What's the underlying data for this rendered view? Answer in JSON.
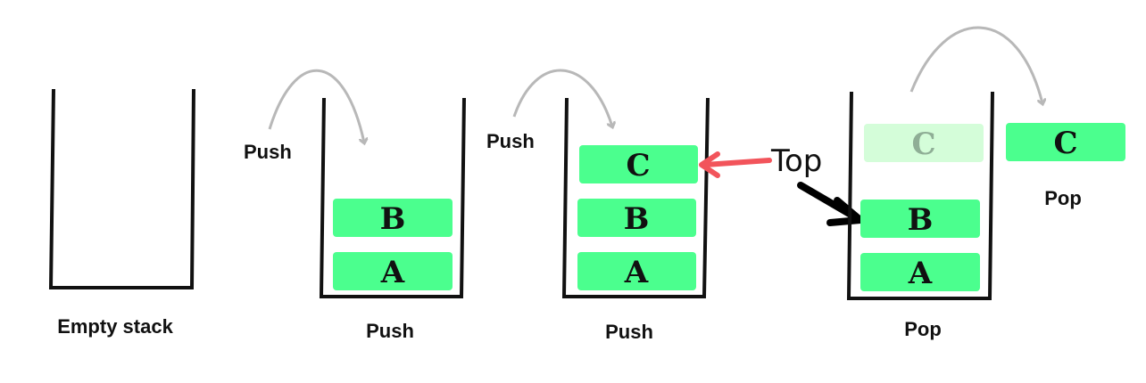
{
  "colors": {
    "block": "#4bff8e",
    "block_faded": "#d4fdd9",
    "text": "#111111",
    "text_faded": "#8fae96",
    "pointer_top": "#f2545b",
    "pointer_current": "#000000",
    "curve": "#b8b8b8"
  },
  "stages": [
    {
      "caption": "Empty stack",
      "items": []
    },
    {
      "caption": "Push",
      "side_label": "Push",
      "items": [
        "A",
        "B"
      ]
    },
    {
      "caption": "Push",
      "side_label": "Push",
      "items": [
        "A",
        "B",
        "C"
      ]
    },
    {
      "caption": "Pop",
      "items": [
        "A",
        "B"
      ],
      "ghost_item": "C",
      "popped_item": "C",
      "popped_caption": "Pop"
    }
  ],
  "top_label": "Top"
}
